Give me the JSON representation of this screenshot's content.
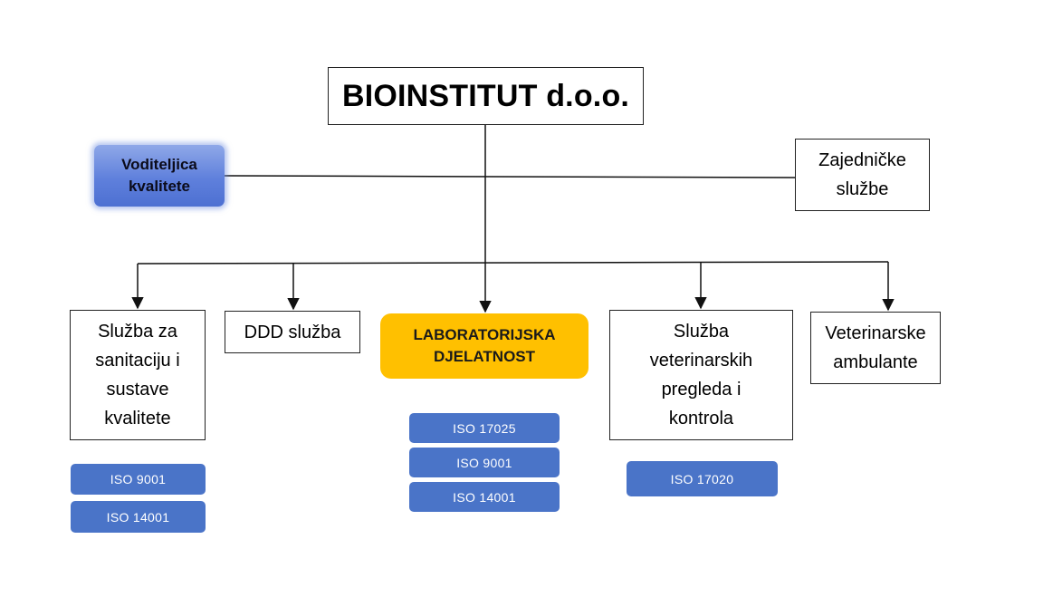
{
  "diagram": {
    "root": "BIOINSTITUT d.o.o.",
    "quality_manager": "Voditeljica\nkvalitete",
    "shared_services": "Zajedničke\nslužbe",
    "departments": {
      "sanitation": "Služba za\nsanitaciju i\nsustave\nkvalitete",
      "ddd": "DDD služba",
      "laboratory": "LABORATORIJSKA\nDJELATNOST",
      "veterinary_inspections": "Služba\nveterinarskih\npregleda i\nkontrola",
      "veterinary_clinics": "Veterinarske\nambulante"
    },
    "certificates": {
      "sanitation": [
        "ISO 9001",
        "ISO 14001"
      ],
      "laboratory": [
        "ISO 17025",
        "ISO 9001",
        "ISO 14001"
      ],
      "veterinary_inspections": [
        "ISO 17020"
      ]
    }
  },
  "colors": {
    "laboratory_fill": "#ffc000",
    "certificate_fill": "#4a74c8",
    "quality_manager_fill": "#6a8ae0"
  }
}
